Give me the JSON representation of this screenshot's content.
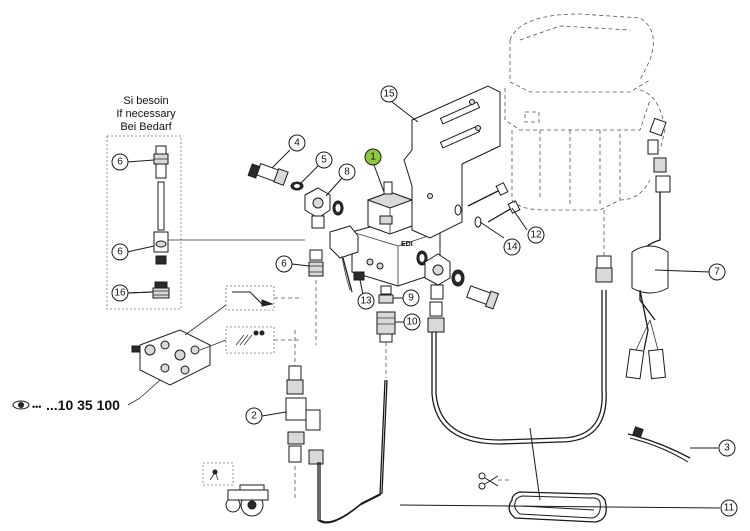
{
  "note": {
    "line1": "Si besoin",
    "line2": "If necessary",
    "line3": "Bei Bedarf"
  },
  "reference": {
    "text": "...10 35 100"
  },
  "module_label": {
    "text": "EDI"
  },
  "callouts": [
    {
      "id": "c1",
      "label": "1",
      "highlight": true
    },
    {
      "id": "c2",
      "label": "2"
    },
    {
      "id": "c3",
      "label": "3"
    },
    {
      "id": "c4",
      "label": "4"
    },
    {
      "id": "c5",
      "label": "5"
    },
    {
      "id": "c6a",
      "label": "6"
    },
    {
      "id": "c6b",
      "label": "6"
    },
    {
      "id": "c6c",
      "label": "6"
    },
    {
      "id": "c7",
      "label": "7"
    },
    {
      "id": "c8",
      "label": "8"
    },
    {
      "id": "c9",
      "label": "9"
    },
    {
      "id": "c10",
      "label": "10"
    },
    {
      "id": "c11",
      "label": "11"
    },
    {
      "id": "c12",
      "label": "12"
    },
    {
      "id": "c13",
      "label": "13"
    },
    {
      "id": "c14",
      "label": "14"
    },
    {
      "id": "c15",
      "label": "15"
    },
    {
      "id": "c16",
      "label": "16"
    }
  ],
  "colors": {
    "highlight": "#8fc73e",
    "line": "#1a1a1a"
  },
  "icons": [
    "eye-icon",
    "scissors-icon",
    "tractor-icon",
    "sprayer-nozzle-icon",
    "hydraulic-distributor-icon"
  ]
}
